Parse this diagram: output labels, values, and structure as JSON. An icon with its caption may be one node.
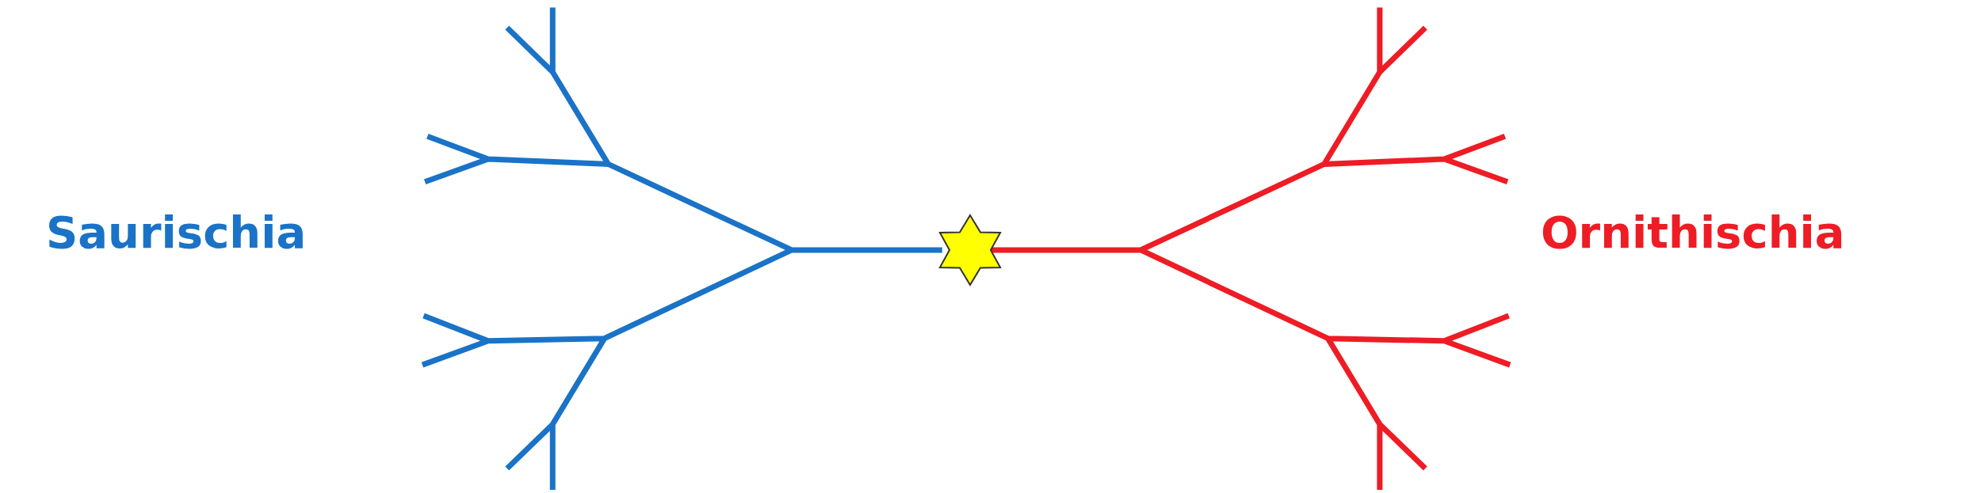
{
  "diagram": {
    "nodes": [
      {
        "text": [
          "Saurischia"
        ]
      },
      {
        "text": [],
        "shape": "star"
      },
      {
        "text": [
          "Ornithischia"
        ]
      }
    ]
  }
}
